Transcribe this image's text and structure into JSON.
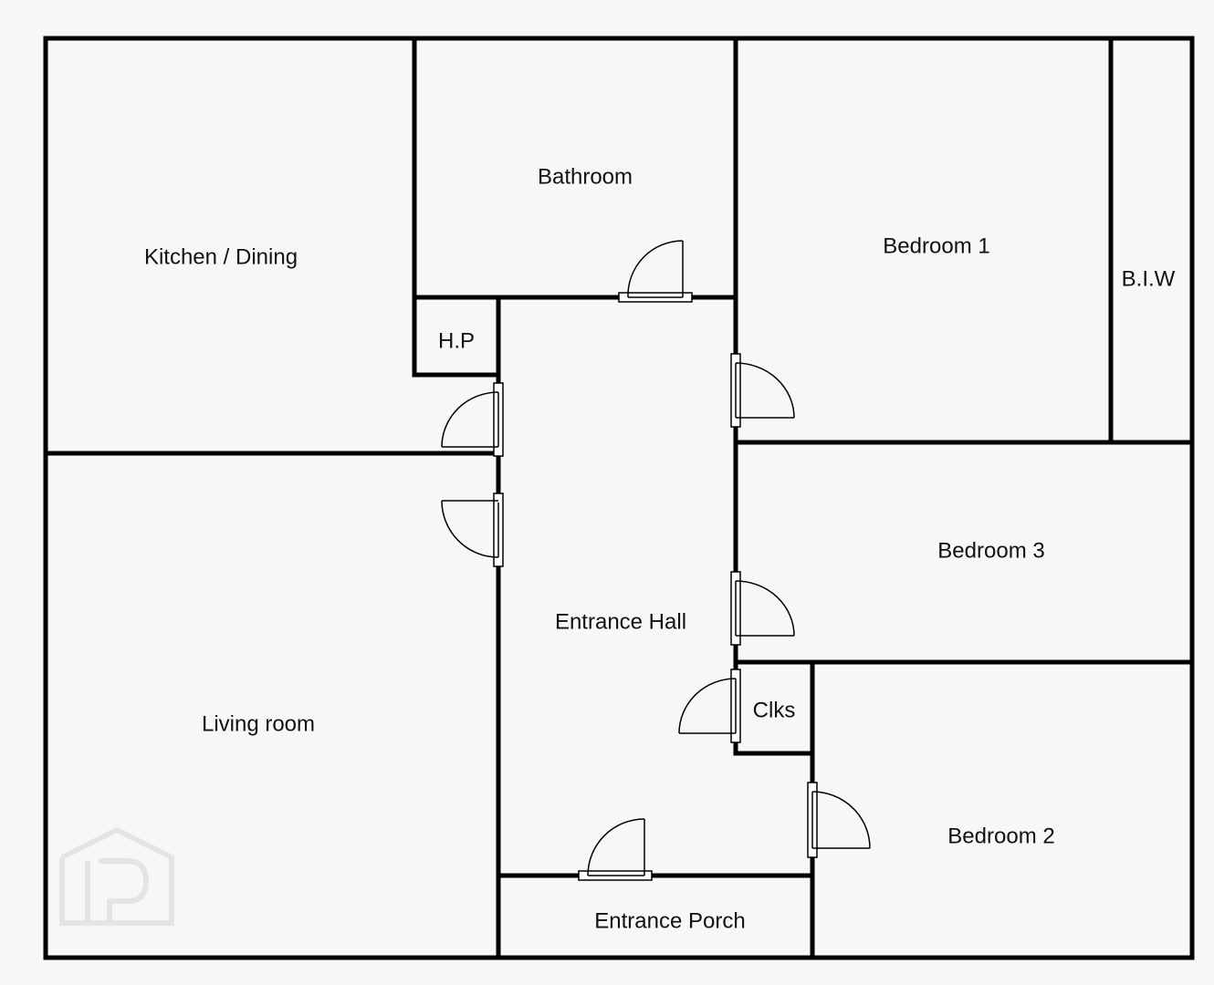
{
  "rooms": {
    "kitchen_dining": "Kitchen / Dining",
    "bathroom": "Bathroom",
    "bedroom_1": "Bedroom 1",
    "biw": "B.I.W",
    "hp": "H.P",
    "bedroom_3": "Bedroom 3",
    "entrance_hall": "Entrance Hall",
    "clks": "Clks",
    "living_room": "Living room",
    "bedroom_2": "Bedroom 2",
    "entrance_porch": "Entrance Porch"
  },
  "colors": {
    "wall": "#000000",
    "background": "#f7f7f7",
    "watermark": "#e4e4e4"
  },
  "icons": {
    "watermark": "house-logo-icon"
  }
}
